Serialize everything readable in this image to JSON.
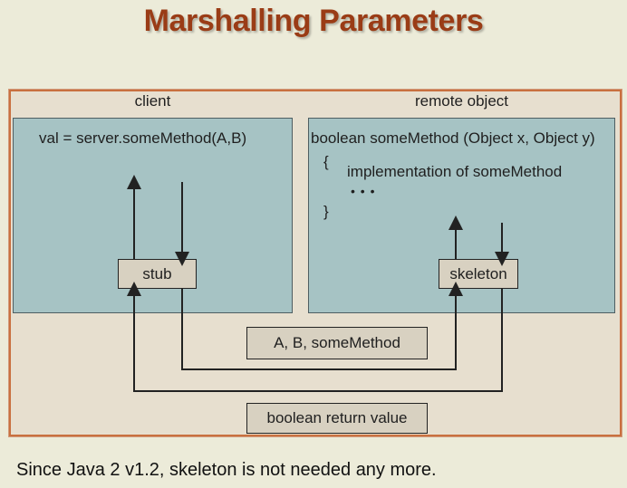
{
  "title": "Marshalling Parameters",
  "client": {
    "label": "client",
    "call": "val = server.someMethod(A,B)",
    "stub": "stub"
  },
  "remote": {
    "label": "remote object",
    "signature": "boolean someMethod (Object x, Object y)",
    "open_brace": "{",
    "implementation": "implementation of someMethod",
    "ellipsis": "• • •",
    "close_brace": "}",
    "skeleton": "skeleton"
  },
  "messages": {
    "request": "A, B, someMethod",
    "response": "boolean return value"
  },
  "footer": "Since Java 2 v1.2, skeleton is not needed any more."
}
